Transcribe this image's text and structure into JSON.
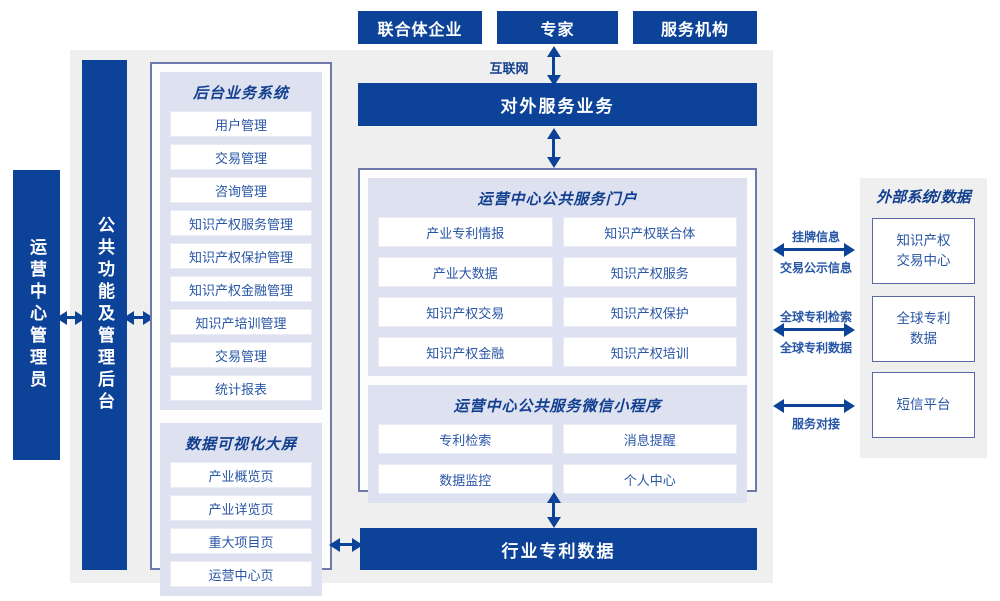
{
  "top": {
    "actors": [
      "联合体企业",
      "专家",
      "服务机构"
    ],
    "internet_label": "互联网",
    "external_service_bar": "对外服务业务"
  },
  "left_bars": {
    "admin": "运营中心管理员",
    "backend": "公共功能及管理后台"
  },
  "left_panel": {
    "backend_system": {
      "title": "后台业务系统",
      "items": [
        "用户管理",
        "交易管理",
        "咨询管理",
        "知识产权服务管理",
        "知识产权保护管理",
        "知识产权金融管理",
        "知识产培训管理",
        "交易管理",
        "统计报表"
      ]
    },
    "dashboard": {
      "title": "数据可视化大屏",
      "items": [
        "产业概览页",
        "产业详览页",
        "重大项目页",
        "运营中心页"
      ]
    }
  },
  "center_panel": {
    "portal": {
      "title": "运营中心公共服务门户",
      "items": [
        "产业专利情报",
        "知识产权联合体",
        "产业大数据",
        "知识产权服务",
        "知识产权交易",
        "知识产权保护",
        "知识产权金融",
        "知识产权培训"
      ]
    },
    "mini_program": {
      "title": "运营中心公共服务微信小程序",
      "items": [
        "专利检索",
        "消息提醒",
        "数据监控",
        "个人中心"
      ]
    }
  },
  "bottom_bar": "行业专利数据",
  "external": {
    "title": "外部系统/数据",
    "systems": [
      "知识产权\n交易中心",
      "全球专利\n数据",
      "短信平台"
    ],
    "links": [
      {
        "label_top": "挂牌信息",
        "label_bottom": "交易公示信息"
      },
      {
        "label_top": "全球专利检索",
        "label_bottom": "全球专利数据"
      },
      {
        "label_top": "",
        "label_bottom": "服务对接"
      }
    ]
  },
  "colors": {
    "navy": "#0c4399",
    "panel_border": "#6f7aab",
    "lavender": "#dee2f0",
    "gray_background": "#efefef",
    "title_text": "#123f8f",
    "item_text": "#2856a6"
  }
}
